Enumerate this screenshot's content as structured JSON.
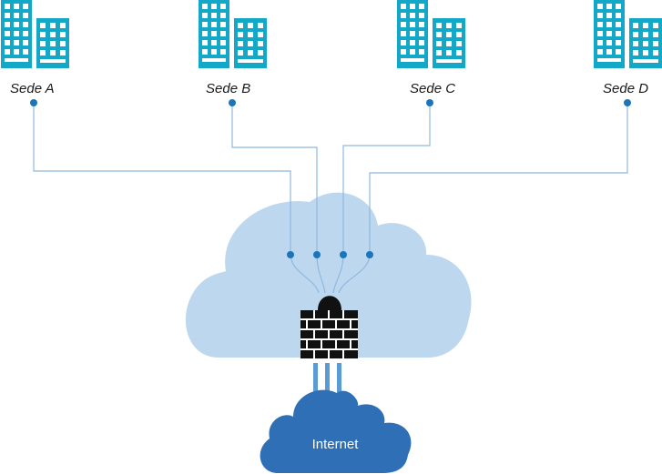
{
  "sites": [
    {
      "label": "Sede A"
    },
    {
      "label": "Sede B"
    },
    {
      "label": "Sede C"
    },
    {
      "label": "Sede D"
    }
  ],
  "internet": {
    "label": "Internet"
  },
  "colors": {
    "building": "#13a7c8",
    "window": "#ffffff",
    "connection_line": "#8fb8e0",
    "node": "#1b75bb",
    "private_cloud": "#bdd7ee",
    "firewall": "#111111",
    "internet_cloud": "#2f6fb6",
    "uplink": "#5b9bd5"
  },
  "icons": {
    "site": "office-buildings-icon",
    "firewall": "firewall-icon",
    "cloud": "cloud-icon"
  }
}
